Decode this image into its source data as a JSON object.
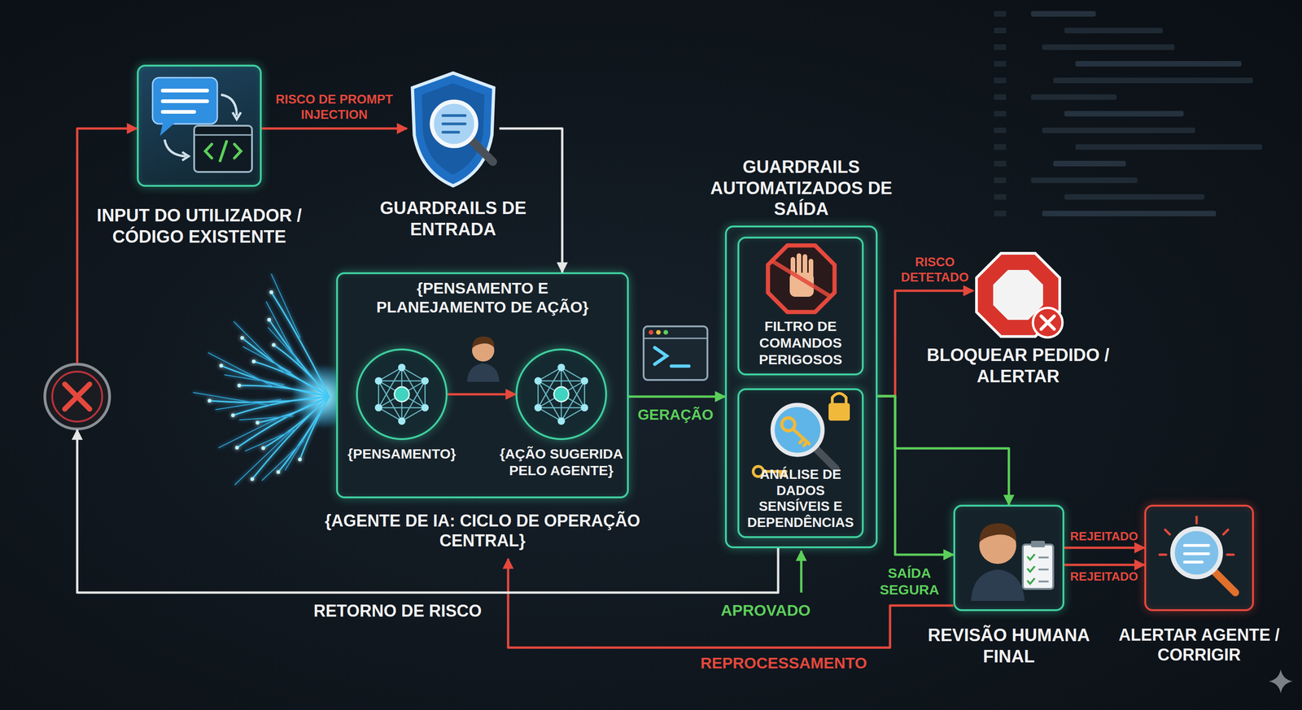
{
  "diagram": {
    "nodes": [
      {
        "text": [
          "INPUT DO UTILIZADOR / CÓDIGO EXISTENTE"
        ]
      },
      {
        "text": [
          "GUARDRAILS DE ENTRADA"
        ]
      },
      {
        "text": [
          "{PENSAMENTO E PLANEJAMENTO DE AÇÃO}",
          "{AGENTE DE IA: CICLO DE OPERAÇÃO CENTRAL}"
        ]
      },
      {
        "text": [
          "{PENSAMENTO}"
        ],
        "in": 2
      },
      {
        "text": [
          "{AÇÃO SUGERIDA PELO AGENTE}"
        ],
        "in": 2
      },
      {
        "text": [
          "GUARDRAILS AUTOMATIZADOS DE SAÍDA"
        ]
      },
      {
        "text": [
          "FILTRO DE COMANDOS PERIGOSOS"
        ],
        "in": 5
      },
      {
        "text": [
          "ANÁLISE DE DADOS SENSÍVEIS E DEPENDÊNCIAS"
        ],
        "in": 5
      },
      {
        "text": [
          "BLOQUEAR PEDIDO / ALERTAR"
        ]
      },
      {
        "text": [
          "REVISÃO HUMANA FINAL"
        ]
      },
      {
        "text": [
          "ALERTAR AGENTE / CORRIGIR"
        ]
      }
    ],
    "edges": [
      {
        "from": 0,
        "to": 1,
        "label": "RISCO DE PROMPT INJECTION",
        "arrow": "to"
      },
      {
        "from": 1,
        "to": 2,
        "arrow": "to"
      },
      {
        "from": 3,
        "to": 4,
        "arrow": "to"
      },
      {
        "from": 2,
        "to": 5,
        "label": "GERAÇÃO",
        "arrow": "to"
      },
      {
        "from": 5,
        "to": 8,
        "label": "RISCO DETETADO",
        "arrow": "to"
      },
      {
        "from": 5,
        "to": 9,
        "arrow": "to"
      },
      {
        "from": 5,
        "to": 9,
        "label": "SAÍDA SEGURA",
        "arrow": "to"
      },
      {
        "from": 9,
        "to": 10,
        "label": "REJEITADO",
        "arrow": "to"
      },
      {
        "from": 9,
        "to": 10,
        "label": "REJEITADO",
        "arrow": "to"
      },
      {
        "from": 9,
        "to": 2,
        "label": "REPROCESSAMENTO",
        "arrow": "to"
      },
      {
        "from": 5,
        "to": 0,
        "label": "RETORNO DE RISCO",
        "arrow": "to"
      }
    ],
    "labels": [
      "APROVADO"
    ]
  }
}
